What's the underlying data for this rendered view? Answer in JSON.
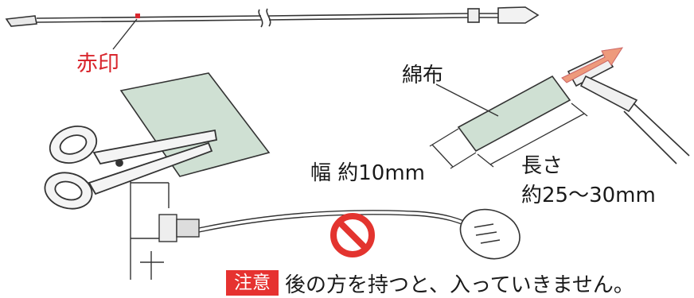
{
  "labels": {
    "red_mark": "赤印",
    "cotton_cloth": "綿布",
    "width": "幅 約10mm",
    "length_line1": "長さ",
    "length_line2": "約25～30mm"
  },
  "caution": {
    "tag": "注意",
    "text": "後の方を持つと、入っていきません。"
  },
  "colors": {
    "accent_red": "#d9272e",
    "caution_bg": "#e63230",
    "cloth_fill": "#cfe0d3",
    "prohibit_red": "#e3342f",
    "arrow_fill": "#ee9a7c"
  },
  "icons": [
    "scissors-icon",
    "prohibition-icon",
    "hand-icon",
    "arrow-icon"
  ]
}
